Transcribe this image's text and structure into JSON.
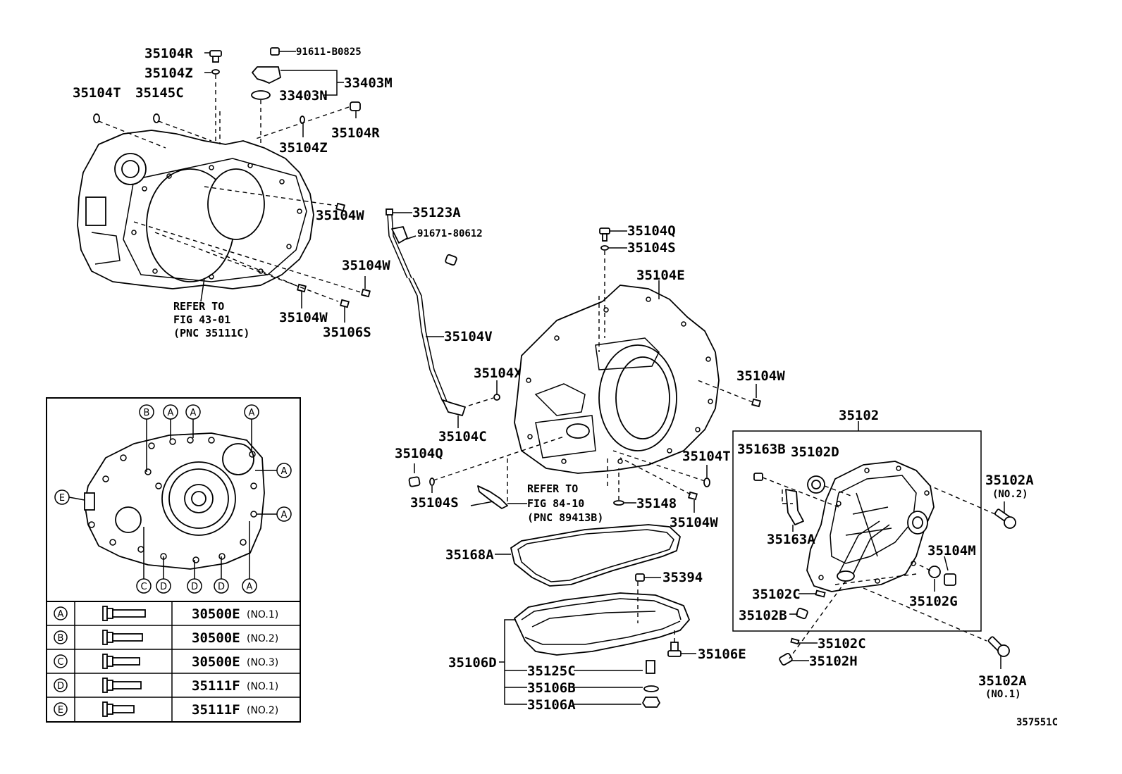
{
  "figure_code": "357551C",
  "labels": {
    "p35104R_top": "35104R",
    "p35104Z_top": "35104Z",
    "p91611": "91611-B0825",
    "p33403M": "33403M",
    "p33403N": "33403N",
    "p35104T_left": "35104T",
    "p35145C": "35145C",
    "p35104R_right": "35104R",
    "p35104Z_right": "35104Z",
    "p35104W_1": "35104W",
    "p35104W_2": "35104W",
    "p35104W_3": "35104W",
    "p35106S": "35106S",
    "p35123A": "35123A",
    "p91671": "91671-80612",
    "p35104V": "35104V",
    "p35104X": "35104X",
    "p35104C": "35104C",
    "p35104Q_top": "35104Q",
    "p35104S_top": "35104S",
    "p35104E": "35104E",
    "p35104W_4": "35104W",
    "p35104Q_low": "35104Q",
    "p35104S_low": "35104S",
    "p35104T_mid": "35104T",
    "p35148": "35148",
    "p35104W_5": "35104W",
    "p35102": "35102",
    "p35163B": "35163B",
    "p35102D": "35102D",
    "p35102A_1": "35102A",
    "p35102A_1_sub": "(NO.2)",
    "p35163A": "35163A",
    "p35104M": "35104M",
    "p35102C_1": "35102C",
    "p35102G": "35102G",
    "p35102B": "35102B",
    "p35102C_2": "35102C",
    "p35102H": "35102H",
    "p35102A_2": "35102A",
    "p35102A_2_sub": "(NO.1)",
    "p35168A": "35168A",
    "p35394": "35394",
    "p35106D": "35106D",
    "p35125C": "35125C",
    "p35106B": "35106B",
    "p35106A": "35106A",
    "p35106E": "35106E"
  },
  "notes": {
    "refer1_line1": "REFER TO",
    "refer1_line2": "FIG 43-01",
    "refer1_line3": "(PNC 35111C)",
    "refer2_line1": "REFER TO",
    "refer2_line2": "FIG 84-10",
    "refer2_line3": "(PNC 89413B)"
  },
  "inset_callouts": {
    "top": [
      "B",
      "A",
      "A",
      "A"
    ],
    "right": [
      "A",
      "A"
    ],
    "left": [
      "E"
    ],
    "bottom": [
      "C",
      "D",
      "D",
      "D",
      "A"
    ]
  },
  "bolt_table": [
    {
      "key": "A",
      "code": "30500E",
      "no": "(NO.1)"
    },
    {
      "key": "B",
      "code": "30500E",
      "no": "(NO.2)"
    },
    {
      "key": "C",
      "code": "30500E",
      "no": "(NO.3)"
    },
    {
      "key": "D",
      "code": "35111F",
      "no": "(NO.1)"
    },
    {
      "key": "E",
      "code": "35111F",
      "no": "(NO.2)"
    }
  ]
}
